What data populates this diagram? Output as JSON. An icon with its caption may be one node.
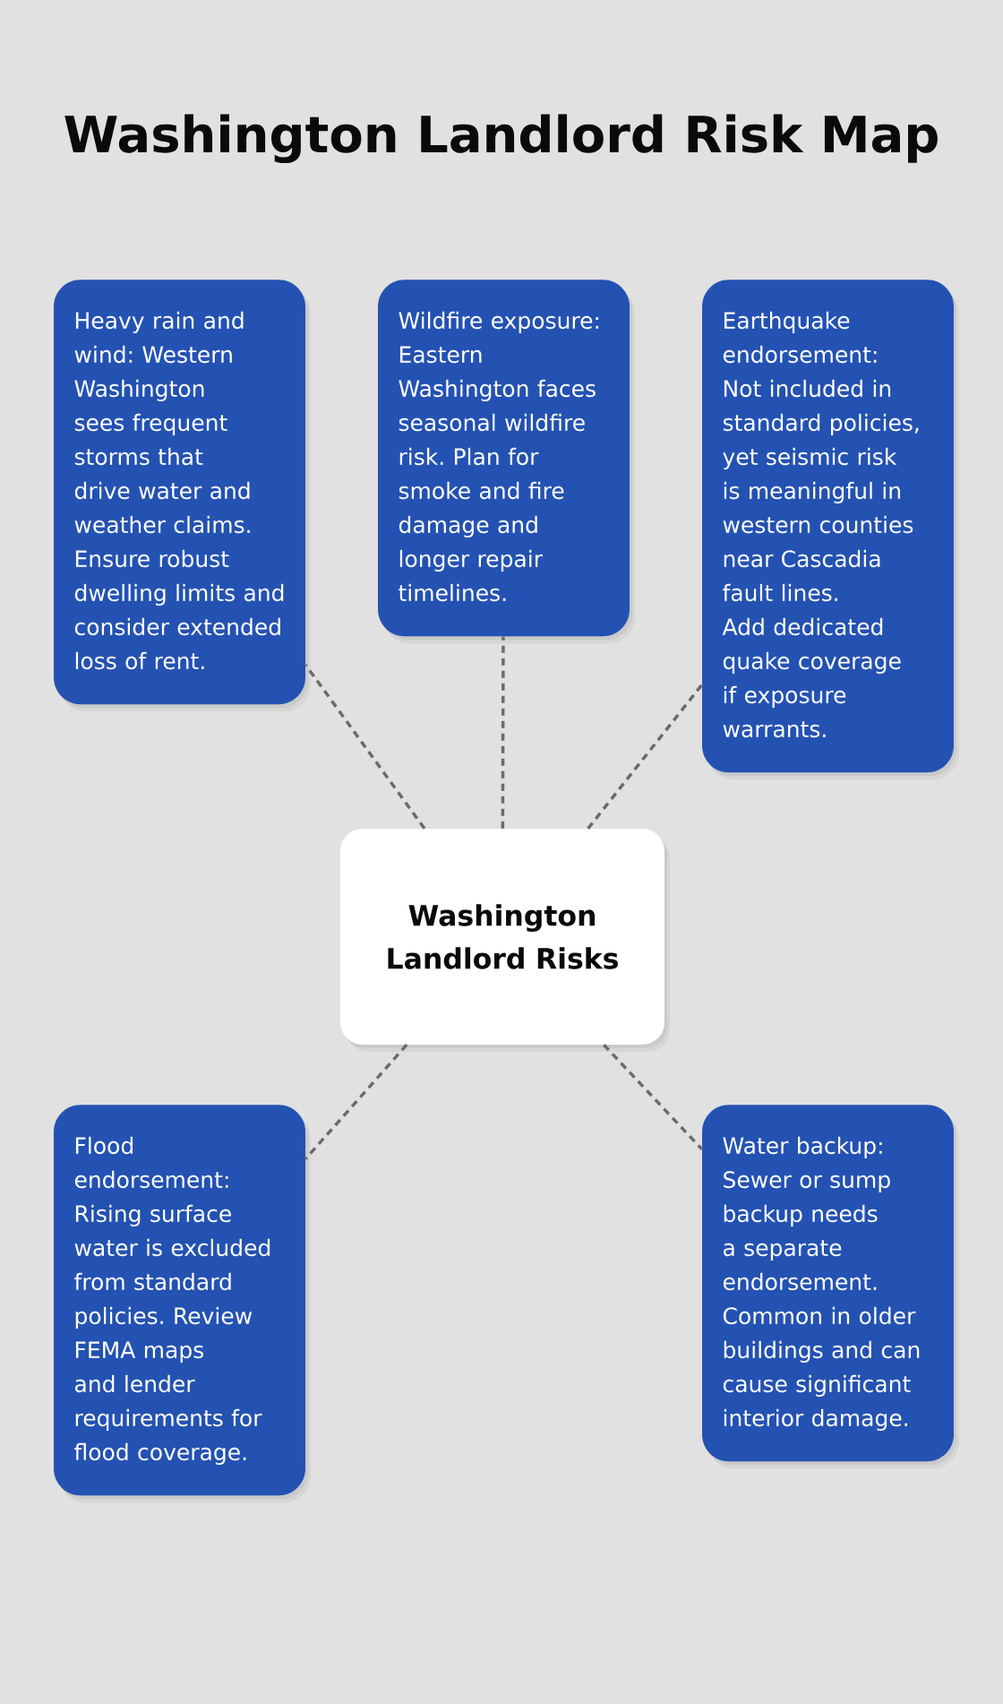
{
  "diagram": {
    "title": "Washington Landlord Risk Map",
    "nodes": [
      {
        "text": [
          "Heavy rain and wind: Western Washington sees frequent storms that drive water and weather claims. Ensure robust dwelling limits and consider extended loss of rent."
        ]
      },
      {
        "text": [
          "Wildfire exposure: Eastern Washington faces seasonal wildfire risk. Plan for smoke and fire damage and longer repair timelines."
        ]
      },
      {
        "text": [
          "Earthquake endorsement: Not included in standard policies, yet seismic risk is meaningful in western counties near Cascadia fault lines. Add dedicated quake coverage if exposure warrants."
        ]
      },
      {
        "text": [
          "Washington Landlord Risks"
        ]
      },
      {
        "text": [
          "Flood endorsement: Rising surface water is excluded from standard policies. Review FEMA maps and lender requirements for flood coverage."
        ]
      },
      {
        "text": [
          "Water backup: Sewer or sump backup needs a separate endorsement. Common in older buildings and can cause significant interior damage."
        ]
      }
    ],
    "edges": [
      {
        "from": 3,
        "to": 0,
        "arrow": "none",
        "style": "dashed"
      },
      {
        "from": 3,
        "to": 1,
        "arrow": "none",
        "style": "dashed"
      },
      {
        "from": 3,
        "to": 2,
        "arrow": "none",
        "style": "dashed"
      },
      {
        "from": 3,
        "to": 4,
        "arrow": "none",
        "style": "dashed"
      },
      {
        "from": 3,
        "to": 5,
        "arrow": "none",
        "style": "dashed"
      }
    ]
  }
}
